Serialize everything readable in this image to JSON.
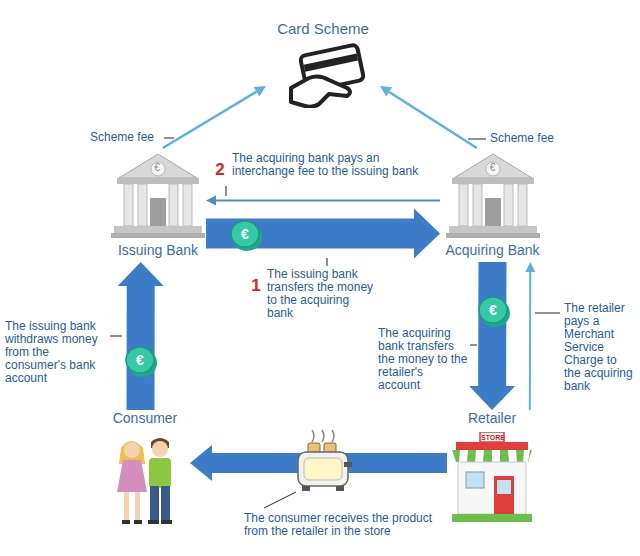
{
  "diagram": {
    "nodes": [
      {
        "text": [
          "Card Scheme"
        ]
      },
      {
        "text": [
          "Issuing Bank"
        ]
      },
      {
        "text": [
          "Acquiring Bank"
        ]
      },
      {
        "text": [
          "Retailer"
        ]
      },
      {
        "text": [
          "Consumer"
        ]
      }
    ],
    "edges": [
      {
        "from": 1,
        "to": 0,
        "arrow": "to",
        "label": "Scheme fee"
      },
      {
        "from": 2,
        "to": 0,
        "arrow": "to",
        "label": "Scheme fee"
      },
      {
        "from": 2,
        "to": 1,
        "arrow": "to",
        "label": "The acquiring bank pays an interchange fee to the issuing bank"
      },
      {
        "from": 1,
        "to": 2,
        "arrow": "to",
        "label": "The issuing bank transfers the money to the acquiring bank"
      },
      {
        "from": 2,
        "to": 3,
        "arrow": "to",
        "label": "The acquiring bank transfers the money to the retailer's account"
      },
      {
        "from": 3,
        "to": 2,
        "arrow": "to",
        "label": "The retailer pays a Merchant Service Charge to the acquiring bank"
      },
      {
        "from": 4,
        "to": 1,
        "arrow": "to",
        "label": "The issuing bank withdraws money from the consumer's bank account"
      },
      {
        "from": 3,
        "to": 4,
        "arrow": "to",
        "label": "The consumer receives the product from the retailer in the store"
      }
    ],
    "labels": [
      "2",
      "1",
      "€",
      "€",
      "€",
      "€",
      "€",
      "STORE"
    ]
  }
}
